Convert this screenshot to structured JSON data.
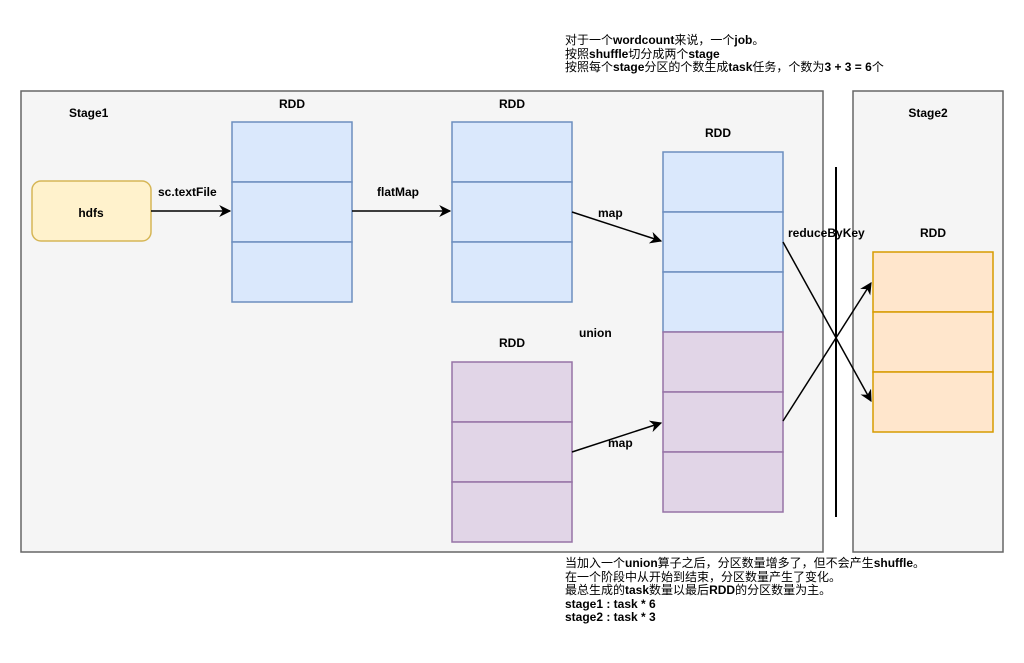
{
  "top_note": {
    "lines": [
      [
        {
          "t": "对于一个"
        },
        {
          "t": "wordcount",
          "b": true
        },
        {
          "t": "来说，一个"
        },
        {
          "t": "job",
          "b": true
        },
        {
          "t": "。"
        }
      ],
      [
        {
          "t": "按照"
        },
        {
          "t": "shuffle",
          "b": true
        },
        {
          "t": "切分成两个"
        },
        {
          "t": "stage",
          "b": true
        }
      ],
      [
        {
          "t": "按照每个"
        },
        {
          "t": "stage",
          "b": true
        },
        {
          "t": "分区的个数生成"
        },
        {
          "t": "task",
          "b": true
        },
        {
          "t": "任务，个数为"
        },
        {
          "t": "3 + 3 = 6",
          "b": true
        },
        {
          "t": "个"
        }
      ]
    ]
  },
  "bottom_note": {
    "lines": [
      [
        {
          "t": "当加入一个"
        },
        {
          "t": "union",
          "b": true
        },
        {
          "t": "算子之后，分区数量增多了，但不会产生"
        },
        {
          "t": "shuffle",
          "b": true
        },
        {
          "t": "。"
        }
      ],
      [
        {
          "t": "在一个阶段中从开始到结束，分区数量产生了变化。"
        }
      ],
      [
        {
          "t": "最总生成的"
        },
        {
          "t": "task",
          "b": true
        },
        {
          "t": "数量以最后"
        },
        {
          "t": "RDD",
          "b": true
        },
        {
          "t": "的分区数量为主。"
        }
      ],
      [
        {
          "t": "stage1 : task * 6",
          "b": true
        }
      ],
      [
        {
          "t": "stage2 : task * 3",
          "b": true
        }
      ]
    ]
  },
  "stages": [
    {
      "id": "stage1",
      "label": "Stage1"
    },
    {
      "id": "stage2",
      "label": "Stage2"
    }
  ],
  "source": {
    "label": "hdfs"
  },
  "rdds": [
    {
      "id": "rdd1",
      "label": "RDD",
      "partitions": 3,
      "color": "blue"
    },
    {
      "id": "rdd2",
      "label": "RDD",
      "partitions": 3,
      "color": "blue"
    },
    {
      "id": "rdd-union",
      "label": "RDD",
      "partitions": 6,
      "color": "mixed"
    },
    {
      "id": "rdd-purple",
      "label": "RDD",
      "partitions": 3,
      "color": "purple"
    },
    {
      "id": "rdd-stage2",
      "label": "RDD",
      "partitions": 3,
      "color": "orange"
    }
  ],
  "edges": {
    "textfile": "sc.textFile",
    "flatmap": "flatMap",
    "map_top": "map",
    "map_bottom": "map",
    "union": "union",
    "reduce": "reduceByKey"
  },
  "colors": {
    "stage_fill": "#f5f5f5",
    "stage_stroke": "#666666",
    "blue_fill": "#dae8fc",
    "blue_stroke": "#6c8ebf",
    "purple_fill": "#e1d5e7",
    "purple_stroke": "#9673a6",
    "orange_fill": "#ffe6cc",
    "orange_stroke": "#d79b00",
    "hdfs_fill": "#fff2cc",
    "hdfs_stroke": "#d6b656"
  }
}
